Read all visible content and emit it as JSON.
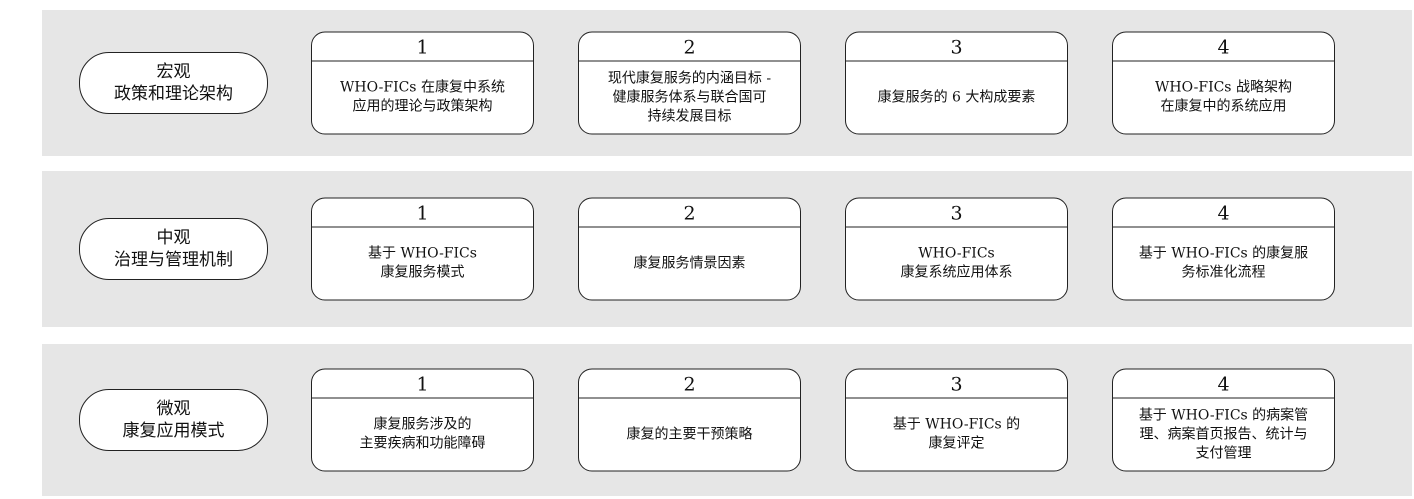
{
  "levels": [
    {
      "label_line1": "宏观",
      "label_line2": "政策和理论架构",
      "cards": [
        {
          "number": "1",
          "lines": [
            "WHO-FICs 在康复中系统",
            "应用的理论与政策架构"
          ]
        },
        {
          "number": "2",
          "lines": [
            "现代康复服务的内涵目标 -",
            "健康服务体系与联合国可",
            "持续发展目标"
          ]
        },
        {
          "number": "3",
          "lines": [
            "康复服务的 6 大构成要素"
          ]
        },
        {
          "number": "4",
          "lines": [
            "WHO-FICs 战略架构",
            "在康复中的系统应用"
          ]
        }
      ]
    },
    {
      "label_line1": "中观",
      "label_line2": "治理与管理机制",
      "cards": [
        {
          "number": "1",
          "lines": [
            "基于 WHO-FICs",
            "康复服务模式"
          ]
        },
        {
          "number": "2",
          "lines": [
            "康复服务情景因素"
          ]
        },
        {
          "number": "3",
          "lines": [
            "WHO-FICs",
            "康复系统应用体系"
          ]
        },
        {
          "number": "4",
          "lines": [
            "基于 WHO-FICs 的康复服",
            "务标准化流程"
          ]
        }
      ]
    },
    {
      "label_line1": "微观",
      "label_line2": "康复应用模式",
      "cards": [
        {
          "number": "1",
          "lines": [
            "康复服务涉及的",
            "主要疾病和功能障碍"
          ]
        },
        {
          "number": "2",
          "lines": [
            "康复的主要干预策略"
          ]
        },
        {
          "number": "3",
          "lines": [
            "基于 WHO-FICs 的",
            "康复评定"
          ]
        },
        {
          "number": "4",
          "lines": [
            "基于 WHO-FICs 的病案管",
            "理、病案首页报告、统计与",
            "支付管理"
          ]
        }
      ]
    }
  ]
}
